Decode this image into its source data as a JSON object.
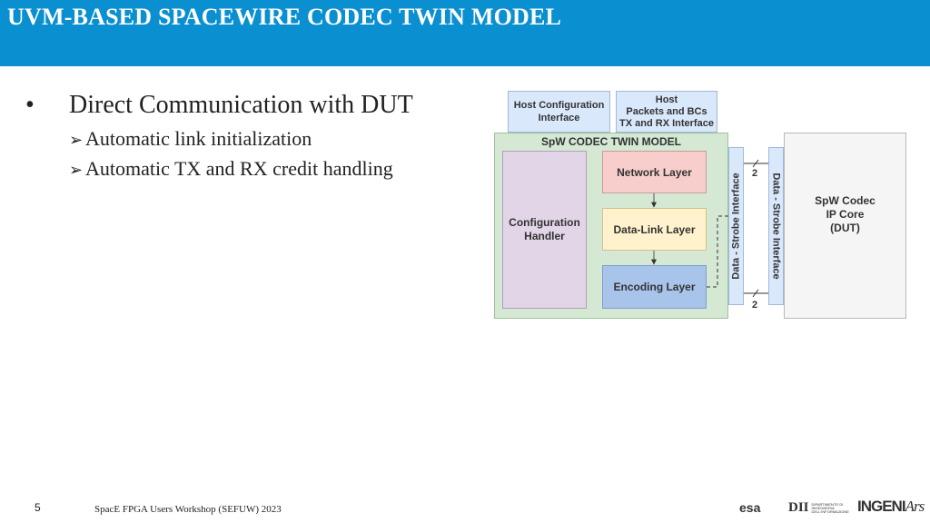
{
  "header": {
    "title": "UVM-BASED SPACEWIRE CODEC TWIN MODEL"
  },
  "content": {
    "bullet_symbol": "•",
    "bullet": "Direct Communication with DUT",
    "sub_symbol": "➢",
    "sub_bullets": [
      "Automatic link initialization",
      "Automatic TX and RX credit handling"
    ]
  },
  "diagram": {
    "host_config": "Host Configuration Interface",
    "host_packets_lines": [
      "Host",
      "Packets and BCs",
      "TX and RX Interface"
    ],
    "twin_model": "SpW CODEC TWIN MODEL",
    "config_handler_lines": [
      "Configuration",
      "Handler"
    ],
    "network_layer": "Network Layer",
    "data_link_layer": "Data-Link Layer",
    "encoding_layer": "Encoding Layer",
    "ds_interface_left": "Data - Strobe Interface",
    "ds_interface_right": "Data - Strobe Interface",
    "bus_width_top": "2",
    "bus_width_bottom": "2",
    "dut_lines": [
      "SpW Codec",
      "IP Core",
      "(DUT)"
    ],
    "colors": {
      "header_bg": "#0a8fd0",
      "twin_bg": "#d5e8d4",
      "interface_bg": "#dae8fc",
      "network_bg": "#f8cecc",
      "datalink_bg": "#fff2cc",
      "encoding_bg": "#a9c4eb",
      "config_bg": "#e1d5e7",
      "dut_bg": "#f5f5f5"
    }
  },
  "footer": {
    "page_number": "5",
    "event": "SpacE FPGA Users Workshop (SEFUW) 2023",
    "logos": {
      "esa": "esa",
      "dii": "DII",
      "dii_sub": "DIPARTIMENTO DI INGEGNERIA DELL'INFORMAZIONE",
      "ingeniars_a": "INGENI",
      "ingeniars_b": "Ars"
    }
  }
}
